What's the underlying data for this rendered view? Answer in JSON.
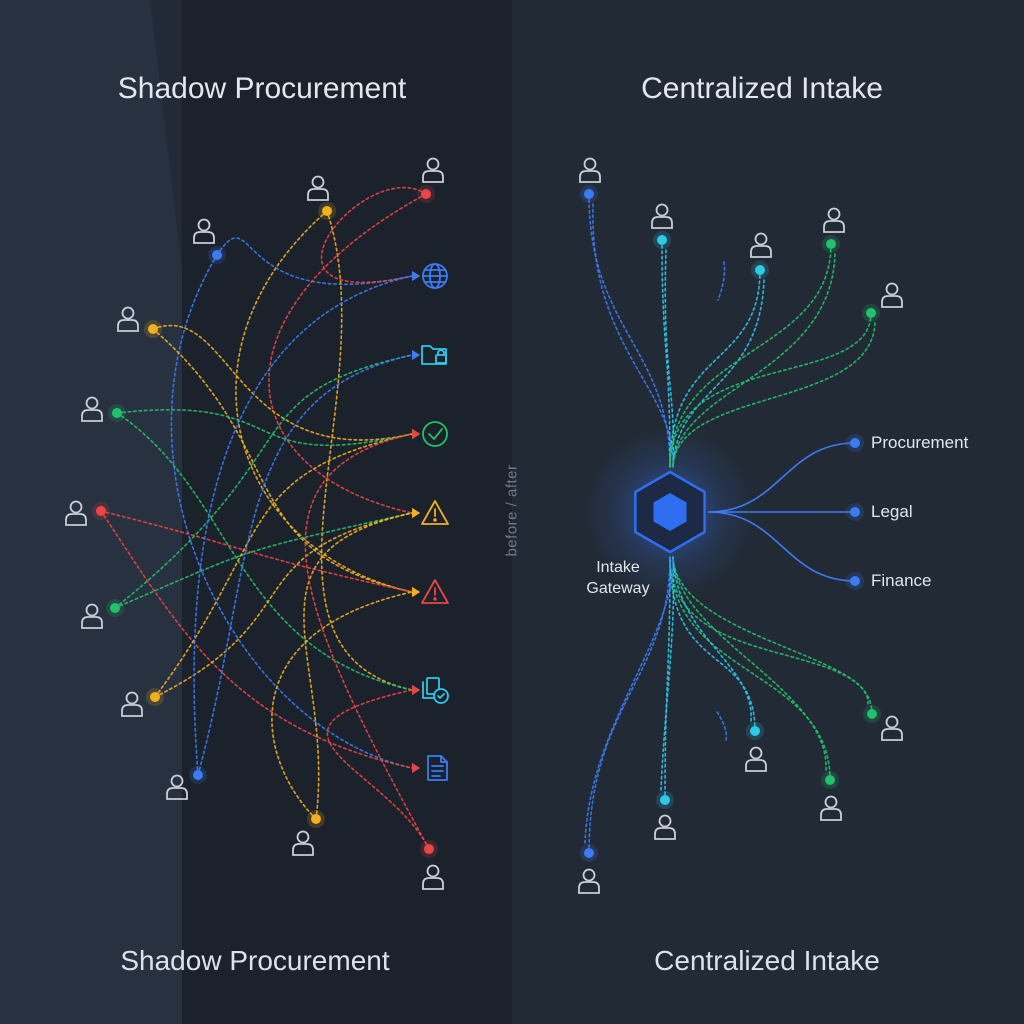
{
  "colors": {
    "background_left": "#1b222c",
    "background_right": "#222a36",
    "blue": "#3b7cf4",
    "cyan": "#2ec8e8",
    "green": "#22c26b",
    "yellow": "#f2b01e",
    "red": "#ef4444",
    "hub": "#2f6ef0",
    "person_outline": "#c9ced8"
  },
  "left_panel": {
    "title": "Shadow Procurement",
    "caption": "Shadow Procurement",
    "requesters": [
      {
        "color": "blue"
      },
      {
        "color": "yellow"
      },
      {
        "color": "red"
      },
      {
        "color": "yellow"
      },
      {
        "color": "green"
      },
      {
        "color": "red"
      },
      {
        "color": "green"
      },
      {
        "color": "yellow"
      },
      {
        "color": "blue"
      },
      {
        "color": "yellow"
      },
      {
        "color": "red"
      }
    ],
    "endpoints": [
      {
        "icon": "globe-icon",
        "color": "blue"
      },
      {
        "icon": "folder-lock-icon",
        "color": "cyan"
      },
      {
        "icon": "check-circle-icon",
        "color": "green"
      },
      {
        "icon": "warning-icon",
        "color": "yellow"
      },
      {
        "icon": "alert-triangle-icon",
        "color": "red"
      },
      {
        "icon": "documents-check-icon",
        "color": "cyan"
      },
      {
        "icon": "document-icon",
        "color": "blue"
      }
    ]
  },
  "divider": {
    "label": "before / after"
  },
  "right_panel": {
    "title": "Centralized Intake",
    "caption": "Centralized Intake",
    "hub": {
      "label_line1": "Intake",
      "label_line2": "Gateway",
      "icon": "hexagon-icon"
    },
    "destinations": [
      {
        "label": "Procurement",
        "color": "blue"
      },
      {
        "label": "Legal",
        "color": "blue"
      },
      {
        "label": "Finance",
        "color": "blue"
      }
    ],
    "requesters": [
      {
        "color": "blue"
      },
      {
        "color": "cyan"
      },
      {
        "color": "cyan"
      },
      {
        "color": "green"
      },
      {
        "color": "green"
      },
      {
        "color": "green"
      },
      {
        "color": "green"
      },
      {
        "color": "cyan"
      },
      {
        "color": "cyan"
      },
      {
        "color": "blue"
      }
    ]
  }
}
